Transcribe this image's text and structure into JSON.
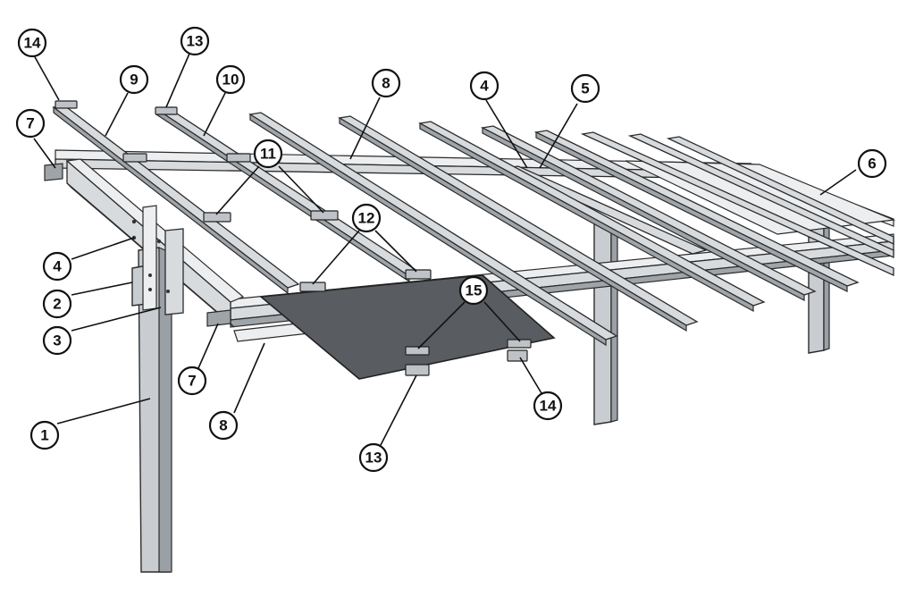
{
  "callouts": [
    {
      "id": "c14a",
      "label": "14"
    },
    {
      "id": "c13a",
      "label": "13"
    },
    {
      "id": "c9",
      "label": "9"
    },
    {
      "id": "c10",
      "label": "10"
    },
    {
      "id": "c8a",
      "label": "8"
    },
    {
      "id": "c4a",
      "label": "4"
    },
    {
      "id": "c5",
      "label": "5"
    },
    {
      "id": "c7a",
      "label": "7"
    },
    {
      "id": "c11",
      "label": "11"
    },
    {
      "id": "c6",
      "label": "6"
    },
    {
      "id": "c12",
      "label": "12"
    },
    {
      "id": "c15",
      "label": "15"
    },
    {
      "id": "c4b",
      "label": "4"
    },
    {
      "id": "c2",
      "label": "2"
    },
    {
      "id": "c3",
      "label": "3"
    },
    {
      "id": "c7b",
      "label": "7"
    },
    {
      "id": "c14b",
      "label": "14"
    },
    {
      "id": "c1",
      "label": "1"
    },
    {
      "id": "c8b",
      "label": "8"
    },
    {
      "id": "c13b",
      "label": "13"
    }
  ]
}
